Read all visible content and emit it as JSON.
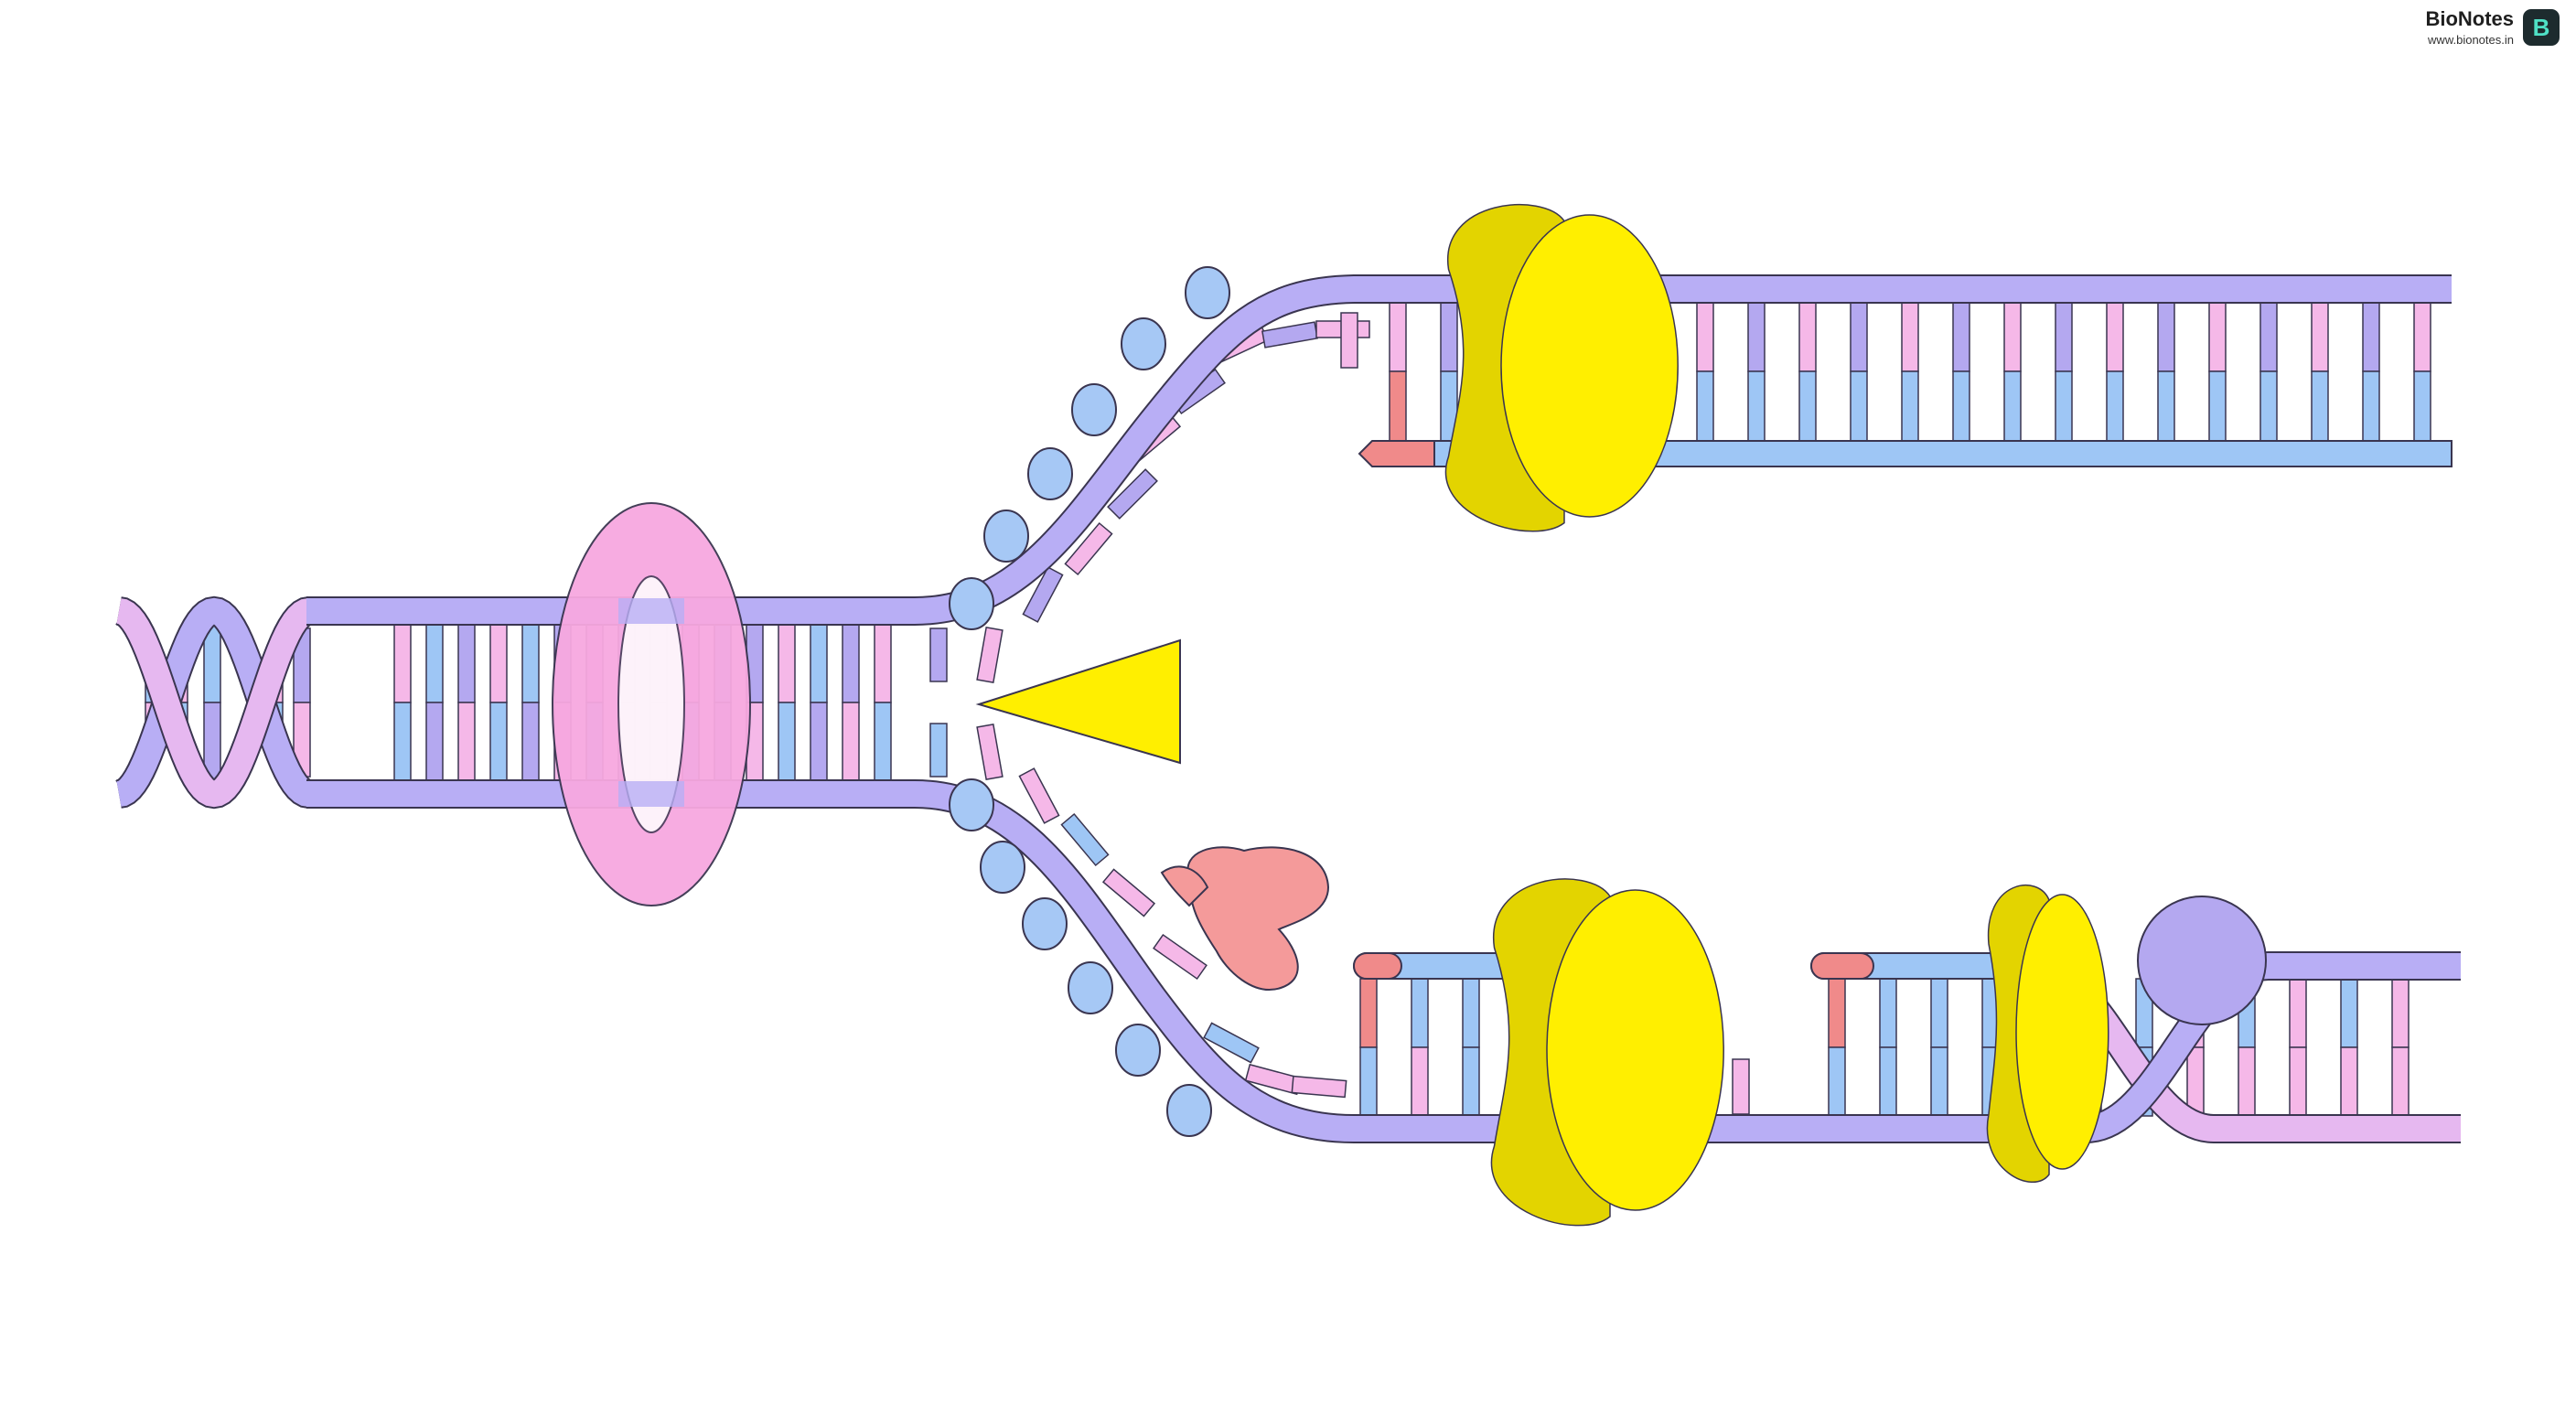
{
  "brand": {
    "name": "BioNotes",
    "url": "www.bionotes.in",
    "logo_letter": "B"
  },
  "colors": {
    "strand_purple": "#b8aef5",
    "strand_lilac": "#e6b8f0",
    "base_pink": "#f5b8e8",
    "base_blue": "#9ec6f5",
    "base_purple": "#b4a8f0",
    "primer_red": "#f08a8a",
    "helicase_pink": "#f7a8e0",
    "polymerase_yellow": "#ffef00",
    "polymerase_shadow": "#e3d400",
    "ssb_blue": "#a6c8f5",
    "primase_red": "#f49a9a",
    "ligase_purple": "#b4a8f0",
    "topo_yellow": "#ffef00",
    "outline": "#3a3550",
    "logo_bg": "#1d2b2e",
    "logo_fg": "#4fe0c6"
  },
  "components": [
    "helicase-ring-icon",
    "topoisomerase-wedge-icon",
    "single-strand-binding-protein-icon",
    "primase-icon",
    "dna-polymerase-icon",
    "dna-ligase-icon",
    "rna-primer-icon"
  ]
}
